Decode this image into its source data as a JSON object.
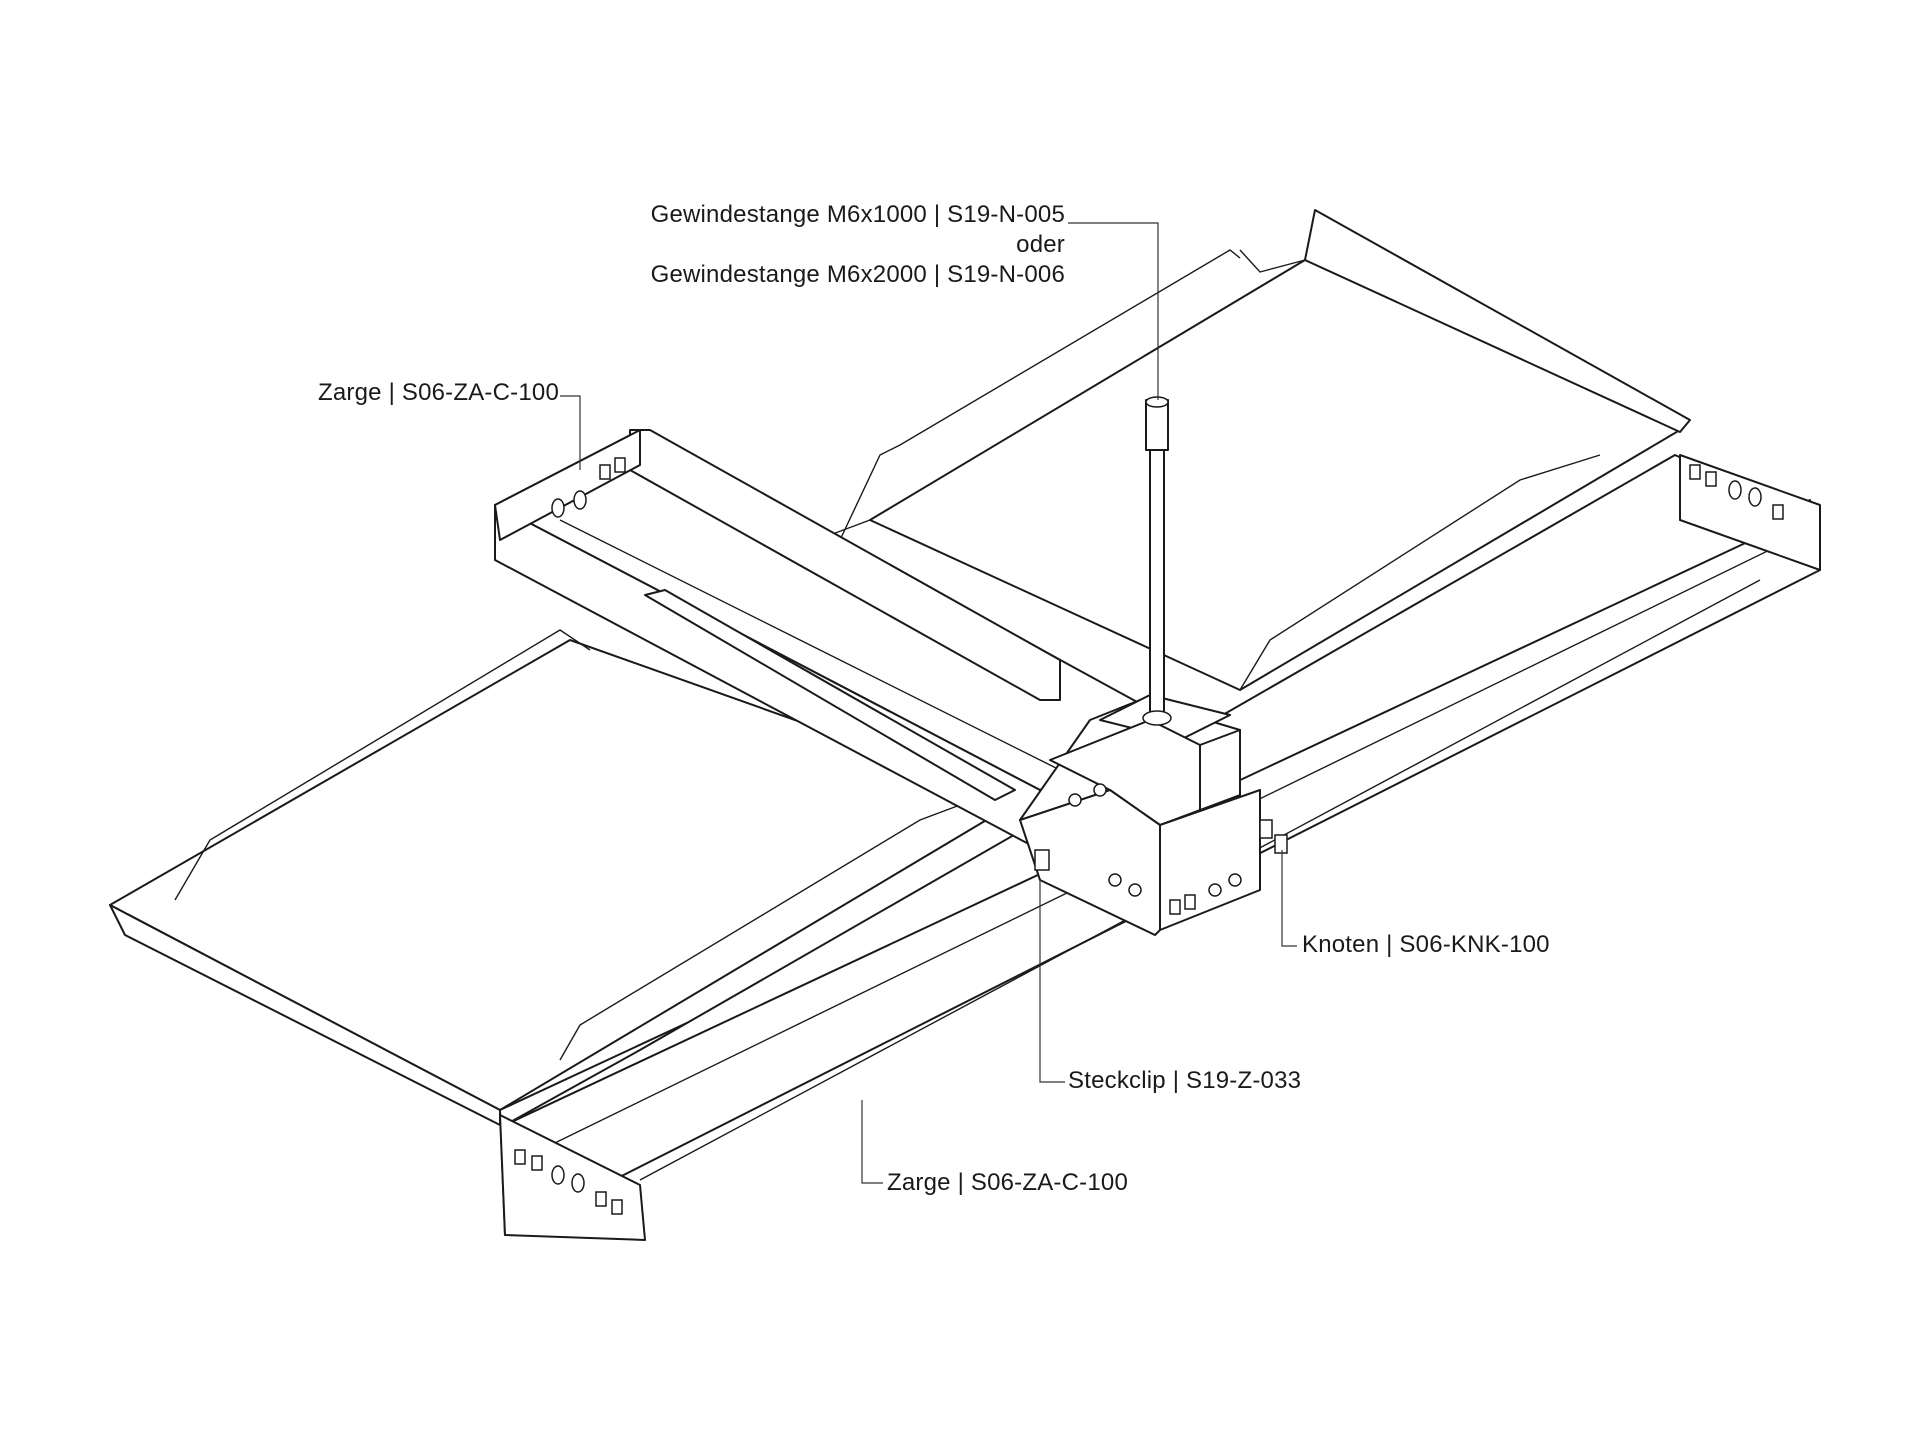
{
  "labels": {
    "rod_line1": "Gewindestange M6x1000 | S19-N-005",
    "rod_line2": "oder",
    "rod_line3": "Gewindestange M6x2000 | S19-N-006",
    "zarge_top": "Zarge | S06-ZA-C-100",
    "knoten": "Knoten | S06-KNK-100",
    "steckclip": "Steckclip | S19-Z-033",
    "zarge_bottom": "Zarge | S06-ZA-C-100"
  },
  "colors": {
    "line": "#1a1a1a",
    "background": "#ffffff"
  }
}
